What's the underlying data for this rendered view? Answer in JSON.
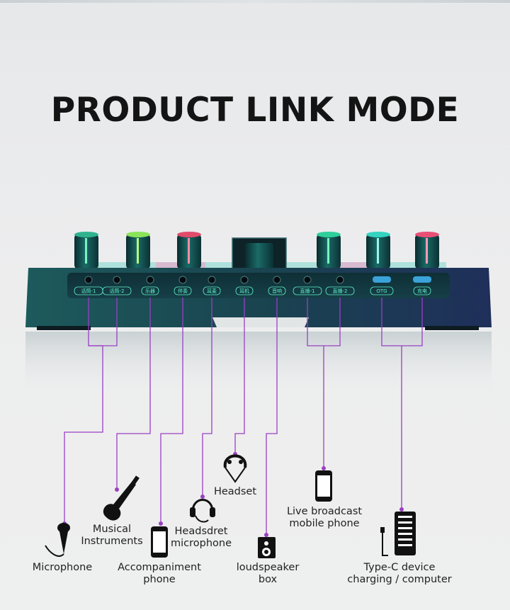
{
  "title": "PRODUCT LINK MODE",
  "ports": [
    "话筒-1",
    "话筒-2",
    "乐器",
    "伴奏",
    "耳麦",
    "耳机",
    "音响",
    "直播-1",
    "直播-2",
    "OTG",
    "充电"
  ],
  "devices": {
    "microphone": "Microphone",
    "musical_instruments": {
      "line1": "Musical",
      "line2": "Instruments"
    },
    "accompaniment_phone": {
      "line1": "Accompaniment",
      "line2": "phone"
    },
    "headset_microphone": {
      "line1": "Headsdret",
      "line2": "microphone"
    },
    "headset": "Headset",
    "loudspeaker_box": {
      "line1": "loudspeaker",
      "line2": "box"
    },
    "live_broadcast_phone": {
      "line1": "Live broadcast",
      "line2": "mobile phone"
    },
    "type_c_device": {
      "line1": "Type-C device",
      "line2": "charging / computer"
    }
  },
  "colors": {
    "connector": "#9a3fc4",
    "device_body": "#1c4a52",
    "port_label": "#5ef0c8"
  }
}
